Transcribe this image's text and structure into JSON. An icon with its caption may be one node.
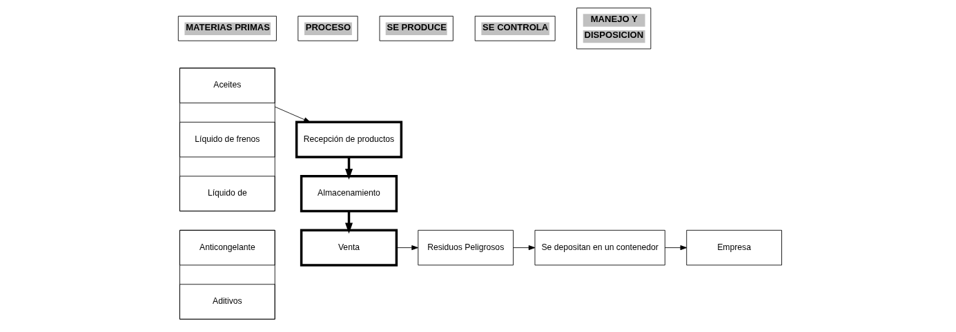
{
  "diagram": {
    "nodes": [
      {
        "text": [
          "MATERIAS PRIMAS"
        ]
      },
      {
        "text": [
          "PROCESO"
        ]
      },
      {
        "text": [
          "SE PRODUCE"
        ]
      },
      {
        "text": [
          "SE CONTROLA"
        ]
      },
      {
        "text": [
          "MANEJO Y",
          "DISPOSICION"
        ]
      },
      {
        "text": [],
        "shape": "box"
      },
      {
        "text": [
          "Aceites"
        ],
        "in": 5
      },
      {
        "text": [
          "Líquido de frenos"
        ],
        "in": 5
      },
      {
        "text": [
          "Líquido de"
        ],
        "in": 5
      },
      {
        "text": [],
        "shape": "box"
      },
      {
        "text": [
          "Anticongelante"
        ],
        "in": 9
      },
      {
        "text": [
          "Aditivos"
        ],
        "in": 9
      },
      {
        "text": [
          "Recepción de productos"
        ]
      },
      {
        "text": [
          "Almacenamiento"
        ]
      },
      {
        "text": [
          "Venta"
        ]
      },
      {
        "text": [
          "Residuos Peligrosos"
        ]
      },
      {
        "text": [
          "Se depositan en un contenedor"
        ]
      },
      {
        "text": [
          "Empresa"
        ]
      }
    ],
    "edges": [
      {
        "from": 5,
        "to": 12,
        "arrow": "to"
      },
      {
        "from": 12,
        "to": 13,
        "arrow": "to",
        "style": "thick"
      },
      {
        "from": 13,
        "to": 14,
        "arrow": "to",
        "style": "thick"
      },
      {
        "from": 14,
        "to": 15,
        "arrow": "to"
      },
      {
        "from": 15,
        "to": 16,
        "arrow": "to"
      },
      {
        "from": 16,
        "to": 17,
        "arrow": "to"
      }
    ]
  }
}
